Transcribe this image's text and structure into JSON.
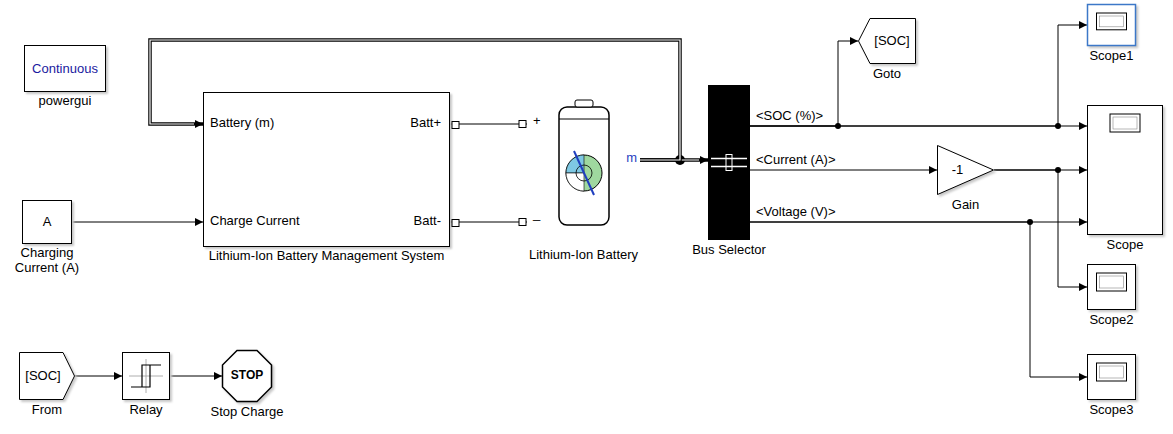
{
  "diagram": {
    "nodes": [
      {
        "text": [
          "Continuous",
          "powergui"
        ]
      },
      {
        "text": [
          "A",
          "Charging Current (A)"
        ]
      },
      {
        "text": [
          "Battery (m)",
          "Charge Current",
          "Batt+",
          "Batt-",
          "Lithium-Ion Battery Management System"
        ]
      },
      {
        "text": [
          "+",
          "_",
          "m",
          "Lithium-Ion Battery"
        ]
      },
      {
        "text": [
          "<SOC (%)>",
          "<Current (A)>",
          "<Voltage (V)>",
          "Bus Selector"
        ]
      },
      {
        "text": [
          "[SOC]",
          "Goto"
        ]
      },
      {
        "text": [
          "-1",
          "Gain"
        ]
      },
      {
        "text": [
          "Scope1"
        ]
      },
      {
        "text": [
          "Scope"
        ]
      },
      {
        "text": [
          "Scope2"
        ]
      },
      {
        "text": [
          "Scope3"
        ]
      },
      {
        "text": [
          "[SOC]",
          "From"
        ]
      },
      {
        "text": [
          "Relay"
        ]
      },
      {
        "text": [
          "STOP",
          "Stop Charge"
        ]
      }
    ],
    "edges": [
      {
        "from": 1,
        "to": 2,
        "arrow": "to"
      },
      {
        "from": 2,
        "to": 3,
        "arrow": "none"
      },
      {
        "from": 2,
        "to": 3,
        "arrow": "none"
      },
      {
        "from": 3,
        "to": 4,
        "arrow": "to"
      },
      {
        "from": 3,
        "to": 2,
        "arrow": "to"
      },
      {
        "from": 4,
        "to": 5,
        "arrow": "to"
      },
      {
        "from": 4,
        "to": 7,
        "arrow": "to"
      },
      {
        "from": 4,
        "to": 8,
        "arrow": "to"
      },
      {
        "from": 4,
        "to": 6,
        "arrow": "to"
      },
      {
        "from": 6,
        "to": 8,
        "arrow": "to"
      },
      {
        "from": 6,
        "to": 9,
        "arrow": "to"
      },
      {
        "from": 4,
        "to": 8,
        "arrow": "to"
      },
      {
        "from": 4,
        "to": 10,
        "arrow": "to"
      },
      {
        "from": 11,
        "to": 12,
        "arrow": "to"
      },
      {
        "from": 12,
        "to": 13,
        "arrow": "to"
      }
    ]
  }
}
